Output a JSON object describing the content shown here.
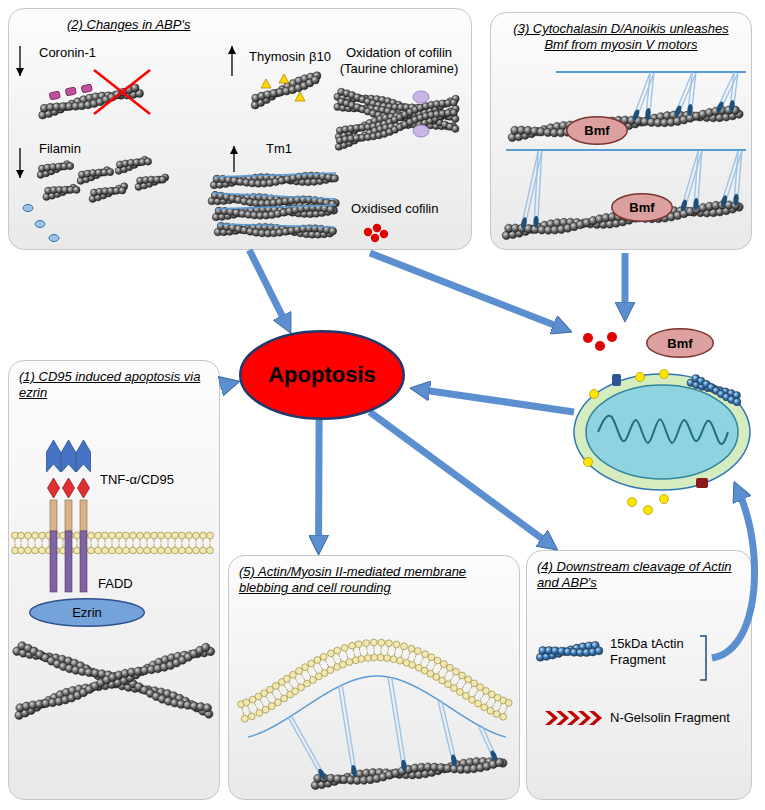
{
  "diagram": {
    "nodes": [
      {
        "text": [
          "(2) Changes in ABP's",
          "Coronin-1",
          "Thymosin β10",
          "Oxidation of cofilin (Taurine chloramine)",
          "Filamin",
          "Tm1",
          "Oxidised cofilin"
        ]
      },
      {
        "text": [
          "(3) Cytochalasin D/Anoikis unleashes Bmf from myosin V motors"
        ]
      },
      {
        "text": [
          "Bmf"
        ],
        "in": 1
      },
      {
        "text": [
          "Bmf"
        ],
        "in": 1
      },
      {
        "text": [
          "Apoptosis"
        ]
      },
      {
        "text": [
          "Bmf"
        ]
      },
      {
        "text": [
          "(1) CD95 induced apoptosis via ezrin",
          "TNF-α/CD95",
          "FADD"
        ]
      },
      {
        "text": [
          "Ezrin"
        ],
        "in": 6
      },
      {
        "text": [
          "(5) Actin/Myosin II-mediated membrane blebbing and cell rounding"
        ]
      },
      {
        "text": [
          "(4) Downstream cleavage of Actin and ABP's",
          "15kDa tActin Fragment",
          "N-Gelsolin Fragment"
        ]
      }
    ],
    "edges": [
      {
        "from": 0,
        "to": 4,
        "arrow": "to"
      },
      {
        "from": 6,
        "to": 4,
        "arrow": "to"
      },
      {
        "from": 4,
        "to": 8,
        "arrow": "to"
      },
      {
        "from": 4,
        "to": 9,
        "arrow": "to"
      }
    ]
  }
}
